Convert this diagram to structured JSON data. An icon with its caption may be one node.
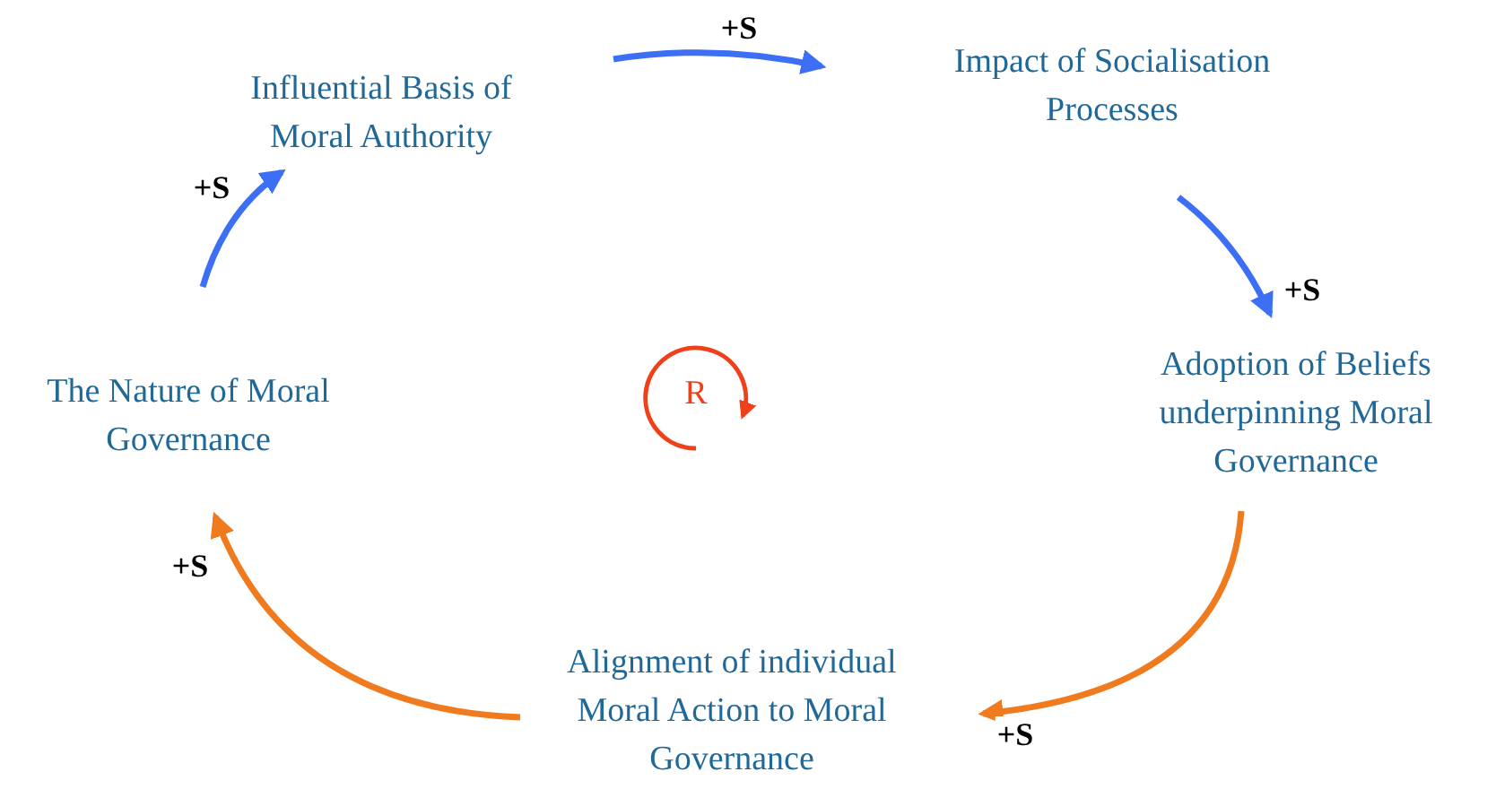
{
  "diagram": {
    "nodes": [
      {
        "text": [
          "Influential Basis of Moral Authority"
        ]
      },
      {
        "text": [
          "Impact of Socialisation Processes"
        ]
      },
      {
        "text": [
          "Adoption of Beliefs underpinning Moral Governance"
        ]
      },
      {
        "text": [
          "Alignment of individual Moral Action to Moral Governance"
        ]
      },
      {
        "text": [
          "The Nature of Moral Governance"
        ]
      }
    ],
    "edges": [
      {
        "from": 4,
        "to": 0,
        "arrow": "to",
        "label": "+S"
      },
      {
        "from": 0,
        "to": 1,
        "arrow": "to",
        "label": "+S"
      },
      {
        "from": 1,
        "to": 2,
        "arrow": "to",
        "label": "+S"
      },
      {
        "from": 2,
        "to": 3,
        "arrow": "to",
        "label": "+S",
        "color": "#f07a1e"
      },
      {
        "from": 3,
        "to": 4,
        "arrow": "to",
        "label": "+S",
        "color": "#f07a1e"
      }
    ],
    "labels": [
      "R"
    ]
  }
}
